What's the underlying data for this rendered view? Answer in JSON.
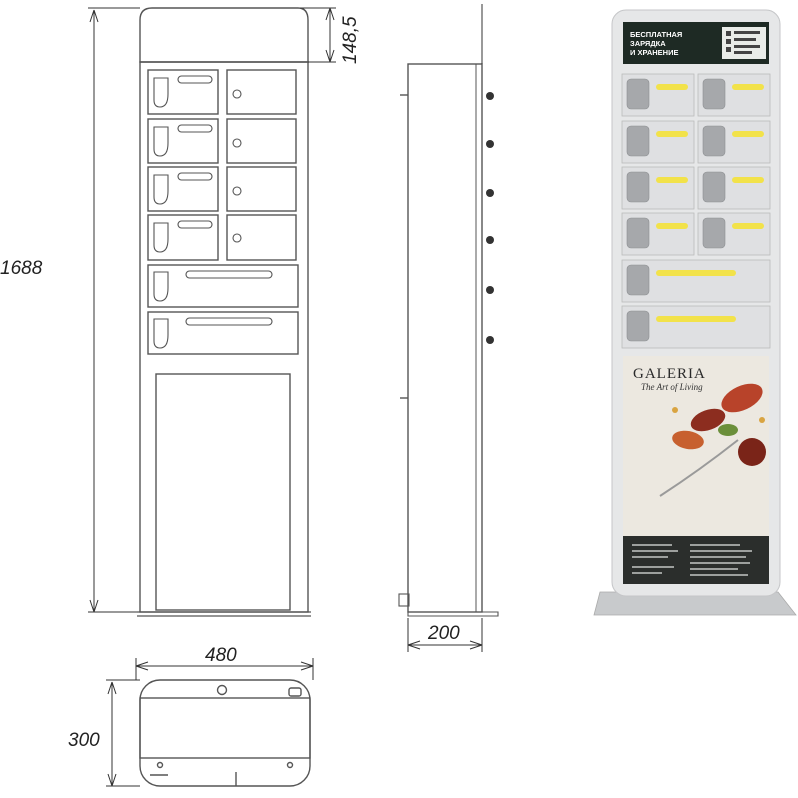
{
  "dimensions": {
    "total_height": "1688",
    "top_height": "148,5",
    "width": "480",
    "depth_side": "200",
    "depth_plan": "300"
  },
  "photo": {
    "banner_line1": "БЕСПЛАТНАЯ",
    "banner_line2": "ЗАРЯДКА",
    "banner_line3": "И ХРАНЕНИЕ",
    "brand": "GALERIA",
    "tagline": "The Art of Living"
  },
  "colors": {
    "line": "#555555",
    "panel": "#e4e4e4",
    "slot": "#f2e24a",
    "banner": "#1e2a24",
    "accent": "#b8432a"
  }
}
